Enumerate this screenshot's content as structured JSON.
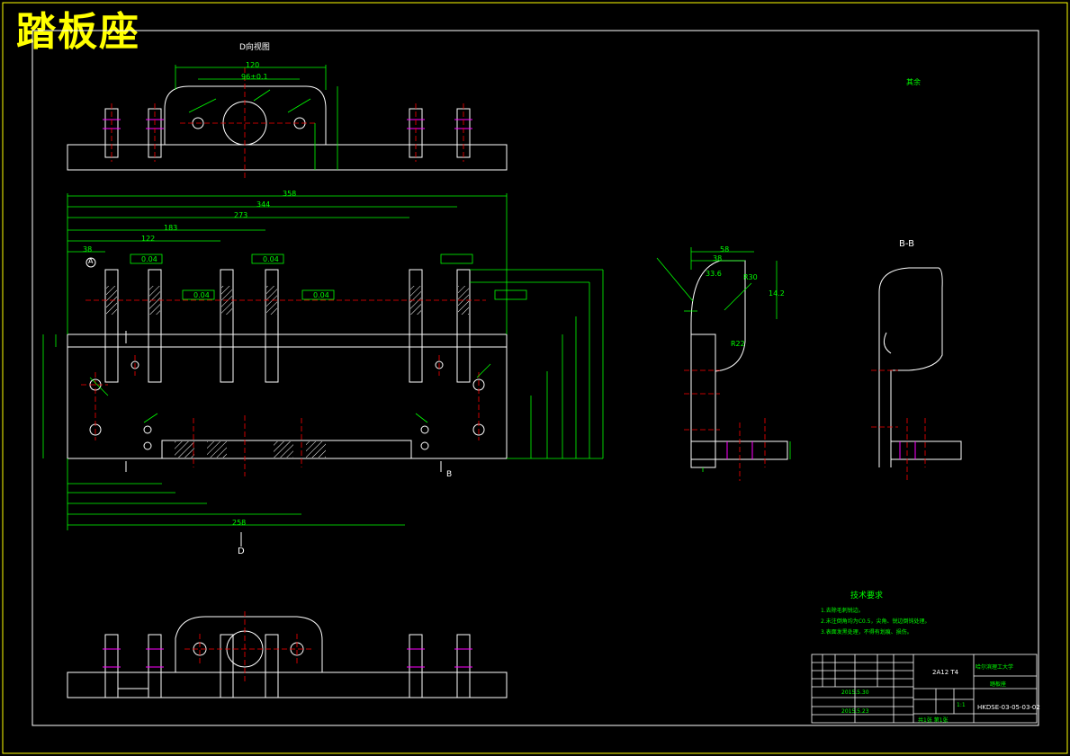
{
  "drawing": {
    "title": "踏板座",
    "view_d_label": "D向视图",
    "section_b_label": "B-B",
    "section_d_marker": "D",
    "section_b_marker": "B",
    "datum_a": "A",
    "surface_mark_label": "其余",
    "dim_top": {
      "width": "120",
      "spacing": "96±0.1"
    },
    "dim_main": {
      "overall": "358",
      "d344": "344",
      "d273": "273",
      "d183": "183",
      "d122": "122",
      "d38": "38",
      "bottom": "258"
    },
    "tolerance_frames": [
      "0.04",
      "0.04",
      "0.04",
      "0.04"
    ],
    "detail_dims": [
      "58",
      "38",
      "33.6",
      "R30",
      "R22",
      "14.2"
    ]
  },
  "tech_requirements": {
    "heading": "技术要求",
    "items": [
      "1.去除毛刺锐边。",
      "2.未注倒角均为C0.5，尖角、锐边倒钝处理。",
      "3.表面发黑处理，不得有划痕、损伤。"
    ]
  },
  "title_block": {
    "material": "2A12 T4",
    "company": "哈尔滨理工大学",
    "part_name": "踏板座",
    "drawing_no": "HKDSE-03-05-03-02",
    "date1": "2015.5.30",
    "date2": "2015.5.23",
    "scale": "1:1",
    "sheet": "共1张 第1张"
  },
  "colors": {
    "background": "#000000",
    "outline": "#ffffff",
    "dimension": "#00ff00",
    "center": "#ff0000",
    "hatch": "#ff00ff",
    "frame": "#ffff00",
    "title": "#ffff00"
  }
}
